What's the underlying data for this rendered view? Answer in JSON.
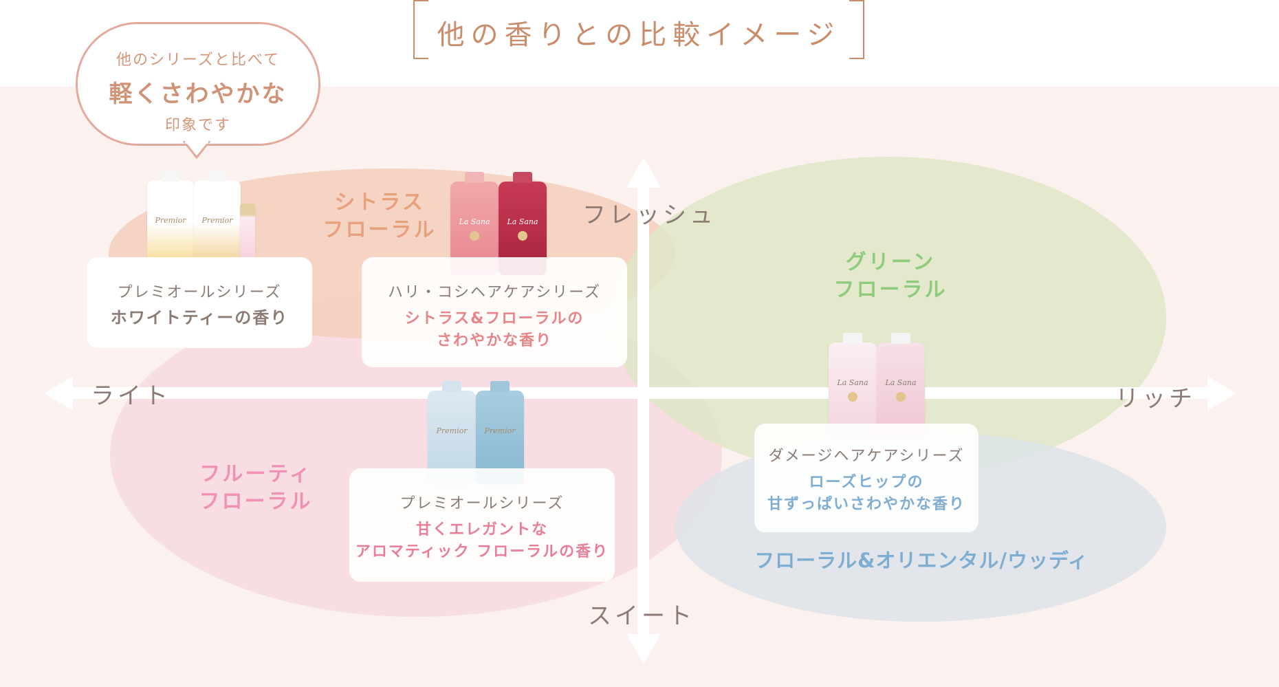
{
  "title": "他の香りとの比較イメージ",
  "bubble": {
    "line1": "他のシリーズと比べて",
    "line2": "軽くさわやかな",
    "line3": "印象です"
  },
  "axes": {
    "top": "フレッシュ",
    "bottom": "スイート",
    "left": "ライト",
    "right": "リッチ"
  },
  "categories": {
    "citrus": [
      "シトラス",
      "フローラル"
    ],
    "green": [
      "グリーン",
      "フローラル"
    ],
    "fruity": [
      "フルーティ",
      "フローラル"
    ],
    "oriental": "フローラル&オリエンタル/ウッディ"
  },
  "cards": {
    "premior_white": {
      "name": "プレミオールシリーズ",
      "desc": [
        "ホワイトティーの香り"
      ]
    },
    "lasana_hari": {
      "name": "ハリ・コシヘアケアシリーズ",
      "desc": [
        "シトラス&フローラルの",
        "さわやかな香り"
      ]
    },
    "premior_aroma": {
      "name": "プレミオールシリーズ",
      "desc": [
        "甘くエレガントな",
        "アロマティック フローラルの香り"
      ]
    },
    "lasana_damage": {
      "name": "ダメージヘアケアシリーズ",
      "desc": [
        "ローズヒップの",
        "甘ずっぱいさわやかな香り"
      ]
    }
  },
  "products": {
    "premior_brand": "Premior",
    "lasana_brand": "La Sana"
  },
  "colors": {
    "title": "#c98d6b",
    "citrus": "#e7a17e",
    "green": "#8fcb7c",
    "fruity": "#f090b4",
    "oriental": "#7fadd2",
    "text": "#8c7b74"
  }
}
